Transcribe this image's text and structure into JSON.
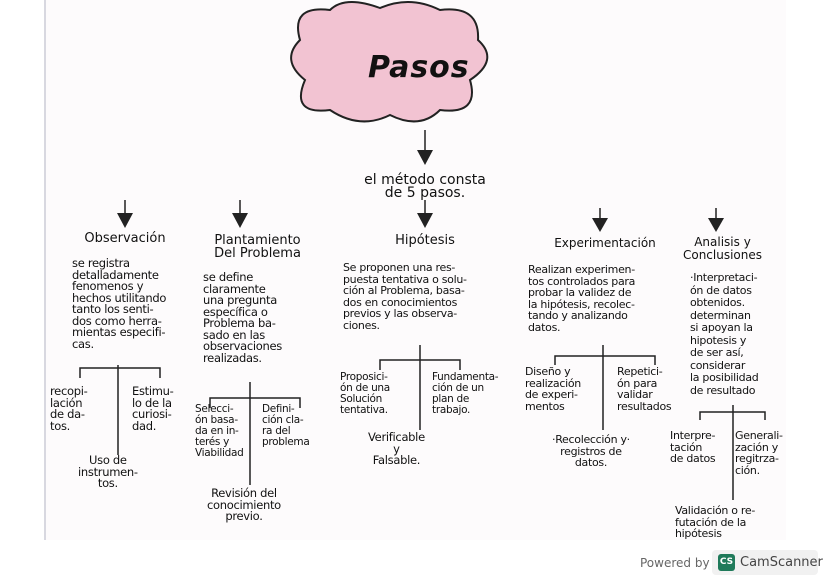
{
  "title": "Pasos",
  "intro": "el método consta\nde 5 pasos.",
  "steps": [
    {
      "title": "Observación",
      "description": "se registra\ndetalladamente\nfenomenos y\nhechos utilitando\ntanto los senti-\ndos como herra-\nmientas especifi-\ncas.",
      "branches": [
        "recopi-\nlación\nde da-\ntos.",
        "Estimu-\nlo de la\ncuriosi-\ndad.",
        "Uso de\ninstrumen-\ntos."
      ]
    },
    {
      "title": "Plantamiento\nDel Problema",
      "description": "se define\nclaramente\nuna pregunta\nespecífica o\nProblema ba-\nsado en las\nobservaciones\nrealizadas.",
      "branches": [
        "Selecci-\nón basa-\nda en in-\nterés y\nViabilidad",
        "Defini-\nción cla-\nra del\nproblema",
        "Revisión del\nconocimiento\nprevio."
      ]
    },
    {
      "title": "Hipótesis",
      "description": "Se proponen una res-\npuesta tentativa o solu-\nción al Problema, basa-\ndos en conocimientos\nprevios y las observa-\nciones.",
      "branches": [
        "Proposici-\nón de una\nSolución\ntentativa.",
        "Fundamenta-\nción de un\nplan de\ntrabajo.",
        "Verificable\ny\nFalsable."
      ]
    },
    {
      "title": "Experimentación",
      "description": "Realizan experimen-\ntos controlados para\nprobar la validez de\nla hipótesis, recolec-\ntando y analizando\ndatos.",
      "branches": [
        "Diseño y\nrealización\nde experi-\nmentos",
        "Repetici-\nón para\nvalidar\nresultados",
        "·Recolección y·\nregistros de\ndatos."
      ]
    },
    {
      "title": "Analisis y\nConclusiones",
      "description": "·Interpretaci-\nón de datos\nobtenidos.\ndeterminan\nsi apoyan la\nhipotesis y\nde ser así,\nconsiderar\nla posibilidad\nde resultado",
      "branches": [
        "Interpre-\ntación\nde datos",
        "Generali-\nzación y\nregitrza-\nción.",
        "Validación o re-\nfutación de la\nhipótesis"
      ]
    }
  ],
  "footer": {
    "powered_by": "Powered by",
    "brand": "CamScanner",
    "brand_icon_text": "CS"
  },
  "colors": {
    "cloud": "#f2c3d2",
    "ink": "#111111",
    "brand": "#1f7a5a"
  }
}
